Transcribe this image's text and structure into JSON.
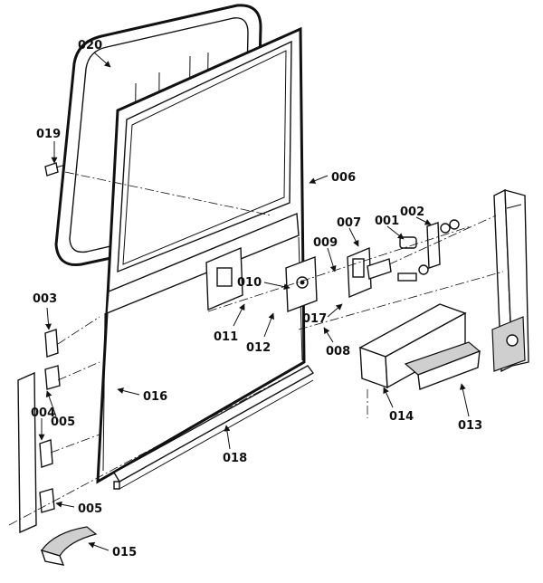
{
  "callouts": {
    "c001": "001",
    "c002": "002",
    "c003": "003",
    "c004": "004",
    "c005a": "005",
    "c005b": "005",
    "c006": "006",
    "c007": "007",
    "c008": "008",
    "c009": "009",
    "c010": "010",
    "c011": "011",
    "c012": "012",
    "c013": "013",
    "c014": "014",
    "c015": "015",
    "c016": "016",
    "c017": "017",
    "c018": "018",
    "c019": "019",
    "c020": "020"
  }
}
